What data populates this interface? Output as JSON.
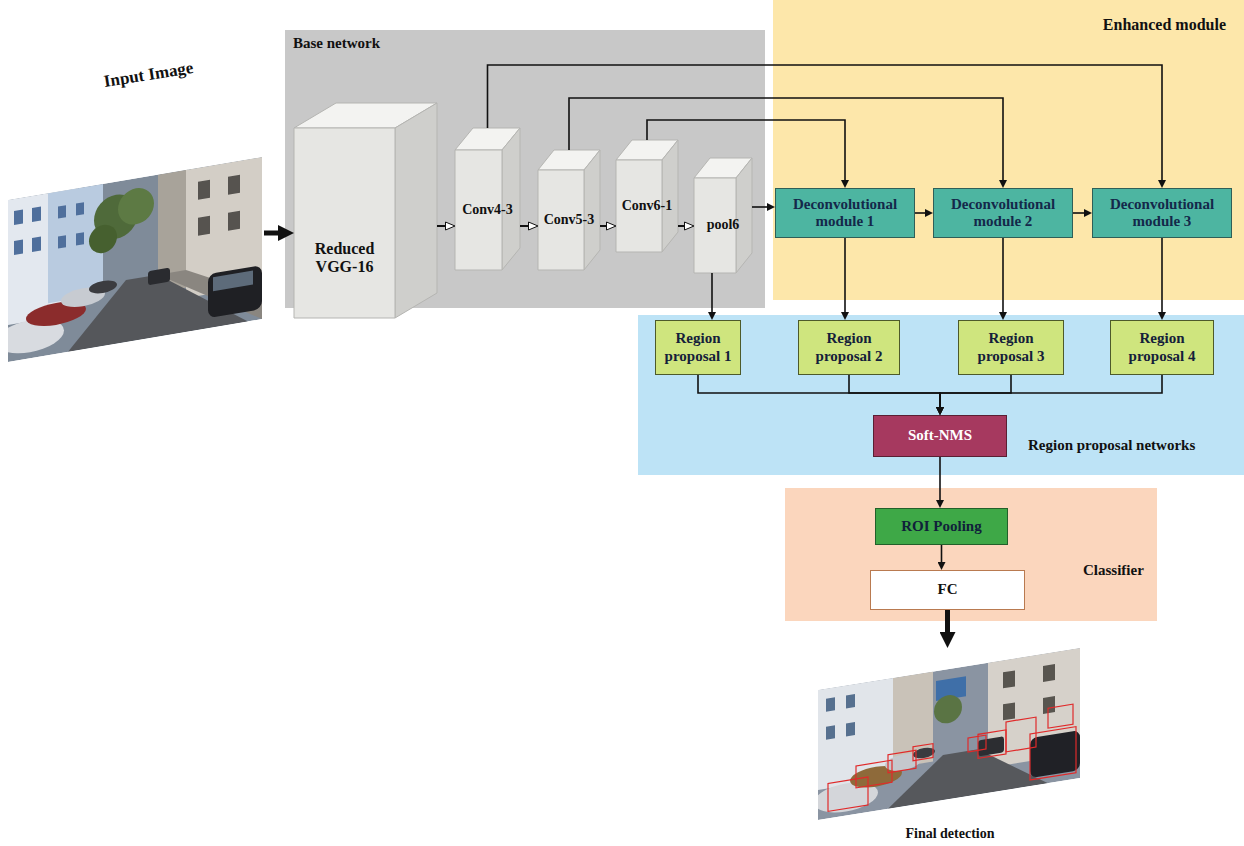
{
  "diagram": {
    "nodes": [
      {
        "text": [
          "Input Image"
        ]
      },
      {
        "text": [
          "Base network"
        ]
      },
      {
        "text": [
          "Reduced VGG-16"
        ],
        "in": 1
      },
      {
        "text": [
          "Conv4-3"
        ],
        "in": 1
      },
      {
        "text": [
          "Conv5-3"
        ],
        "in": 1
      },
      {
        "text": [
          "Conv6-1"
        ],
        "in": 1
      },
      {
        "text": [
          "pool6"
        ],
        "in": 1
      },
      {
        "text": [
          "Enhanced module"
        ]
      },
      {
        "text": [
          "Deconvolutional module 1"
        ],
        "in": 7
      },
      {
        "text": [
          "Deconvolutional module 2"
        ],
        "in": 7
      },
      {
        "text": [
          "Deconvolutional module 3"
        ],
        "in": 7
      },
      {
        "text": [
          "Region proposal networks"
        ]
      },
      {
        "text": [
          "Region proposal 1"
        ],
        "in": 11
      },
      {
        "text": [
          "Region proposal 2"
        ],
        "in": 11
      },
      {
        "text": [
          "Region proposal 3"
        ],
        "in": 11
      },
      {
        "text": [
          "Region proposal 4"
        ],
        "in": 11
      },
      {
        "text": [
          "Soft-NMS"
        ],
        "in": 11
      },
      {
        "text": [
          "Classifier"
        ]
      },
      {
        "text": [
          "ROI Pooling"
        ],
        "in": 17
      },
      {
        "text": [
          "FC"
        ],
        "in": 17
      },
      {
        "text": [
          "Final detection"
        ]
      }
    ],
    "edges": [
      {
        "from": 0,
        "to": 2,
        "arrow": "to"
      },
      {
        "from": 2,
        "to": 3,
        "arrow": "to"
      },
      {
        "from": 3,
        "to": 4,
        "arrow": "to"
      },
      {
        "from": 4,
        "to": 5,
        "arrow": "to"
      },
      {
        "from": 5,
        "to": 6,
        "arrow": "to"
      },
      {
        "from": 6,
        "to": 8,
        "arrow": "to"
      },
      {
        "from": 5,
        "to": 8,
        "arrow": "to"
      },
      {
        "from": 4,
        "to": 9,
        "arrow": "to"
      },
      {
        "from": 3,
        "to": 10,
        "arrow": "to"
      },
      {
        "from": 8,
        "to": 9,
        "arrow": "to"
      },
      {
        "from": 9,
        "to": 10,
        "arrow": "to"
      },
      {
        "from": 6,
        "to": 12,
        "arrow": "to"
      },
      {
        "from": 8,
        "to": 13,
        "arrow": "to"
      },
      {
        "from": 9,
        "to": 14,
        "arrow": "to"
      },
      {
        "from": 10,
        "to": 15,
        "arrow": "to"
      },
      {
        "from": 12,
        "to": 16,
        "arrow": "to"
      },
      {
        "from": 13,
        "to": 16,
        "arrow": "to"
      },
      {
        "from": 14,
        "to": 16,
        "arrow": "to"
      },
      {
        "from": 15,
        "to": 16,
        "arrow": "to"
      },
      {
        "from": 16,
        "to": 18,
        "arrow": "to"
      },
      {
        "from": 18,
        "to": 19,
        "arrow": "to"
      },
      {
        "from": 19,
        "to": 20,
        "arrow": "to"
      }
    ]
  }
}
